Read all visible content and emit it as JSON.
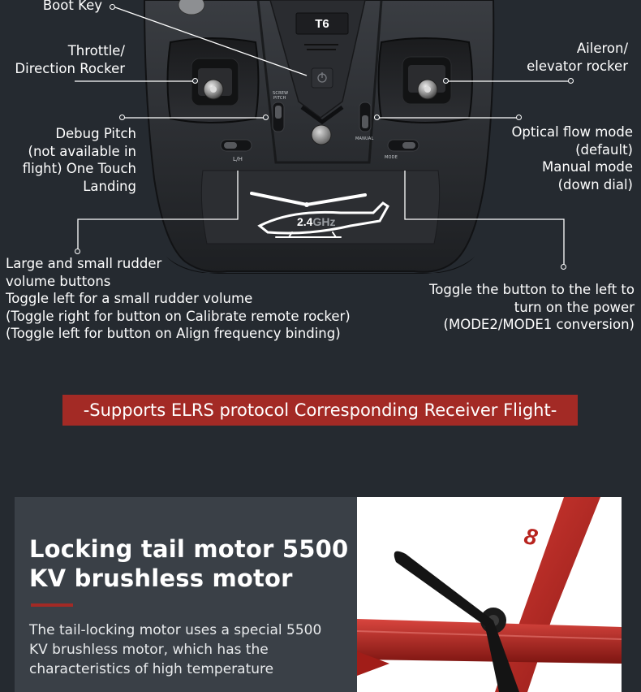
{
  "labels": {
    "boot_key": "Boot Key",
    "throttle": [
      "Throttle/",
      "Direction Rocker"
    ],
    "aileron": [
      "Aileron/",
      "elevator rocker"
    ],
    "debug_pitch": [
      "Debug Pitch",
      "(not available in",
      "flight) One Touch",
      "Landing"
    ],
    "optical_flow": [
      "Optical flow mode",
      "(default)",
      "Manual mode",
      "(down dial)"
    ],
    "rudder": [
      "Large and small rudder",
      "volume buttons",
      "Toggle left for a small rudder volume",
      "(Toggle right for button on Calibrate remote rocker)",
      "(Toggle left for button on Align frequency binding)"
    ],
    "power": [
      "Toggle the button to the left to",
      "turn on the power",
      "(MODE2/MODE1 conversion)"
    ]
  },
  "controller": {
    "model": "T6",
    "screw_pitch": [
      "SCREW",
      "PITCH"
    ],
    "manual": "MANUAL",
    "mode": "MODE",
    "lh": "L/H",
    "freq_num": "2.4",
    "freq_unit": "GHz"
  },
  "banner": "-Supports ELRS protocol Corresponding Receiver Flight-",
  "feature": {
    "title": [
      "Locking tail motor 5500",
      "KV brushless motor"
    ],
    "body": [
      "The tail-locking motor uses a special 5500",
      "KV brushless motor, which has the",
      "characteristics of high temperature"
    ]
  },
  "photo": {
    "tail_number": "8"
  },
  "colors": {
    "background": "#252a30",
    "accent": "#a32a25",
    "panel": "#3a4047",
    "tail_red": "#b8241f"
  }
}
